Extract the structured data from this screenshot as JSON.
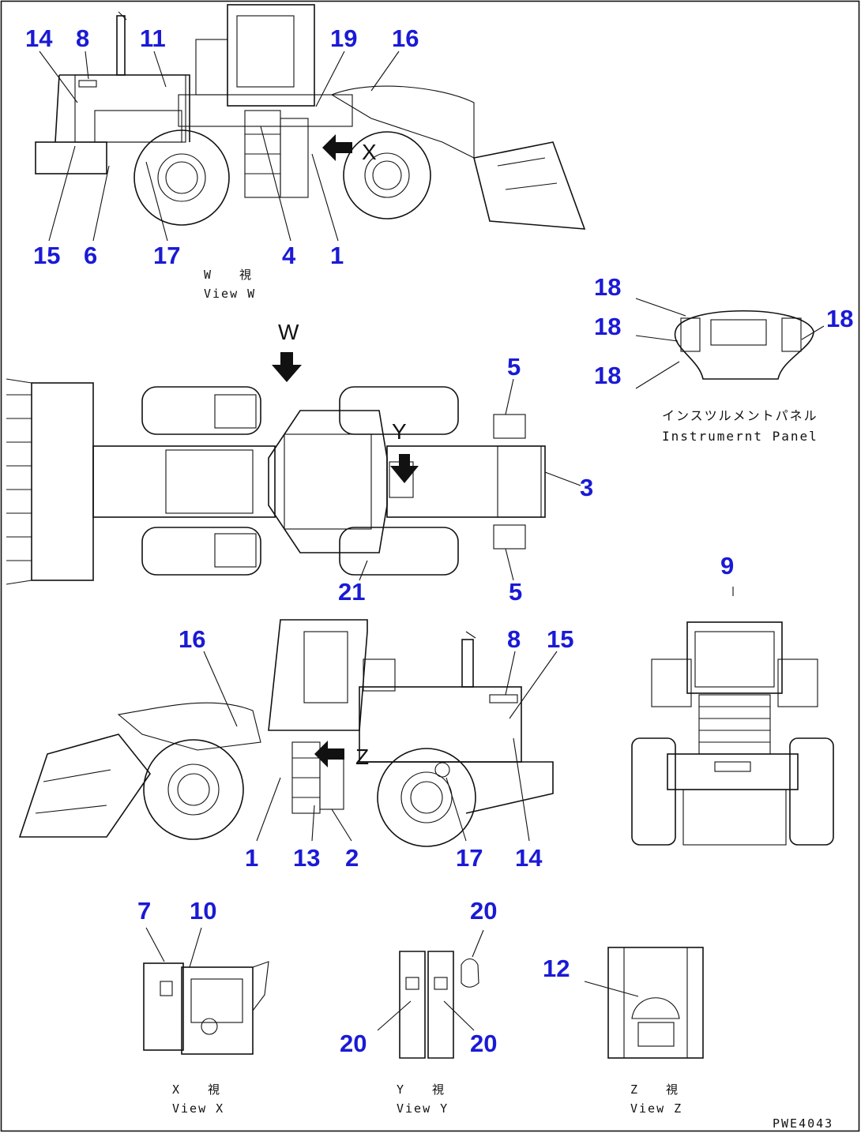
{
  "drawing_code": "PWE4043",
  "views": {
    "w": {
      "caption_jp": "W　　視",
      "caption_en": "View W"
    },
    "x": {
      "caption_jp": "X　　視",
      "caption_en": "View X"
    },
    "y": {
      "caption_jp": "Y　　視",
      "caption_en": "View Y"
    },
    "z": {
      "caption_jp": "Z　　視",
      "caption_en": "View Z"
    },
    "panel": {
      "caption_jp": "インスツルメントパネル",
      "caption_en": "Instrumernt Panel"
    }
  },
  "arrows": {
    "w": "W",
    "x": "X",
    "y": "Y",
    "z": "Z"
  },
  "callouts": {
    "view_w": [
      "14",
      "8",
      "11",
      "19",
      "16",
      "15",
      "6",
      "17",
      "4",
      "1"
    ],
    "top_view": [
      "5",
      "3",
      "5",
      "21"
    ],
    "panel": [
      "18",
      "18",
      "18",
      "18"
    ],
    "rear": [
      "9"
    ],
    "side_view": [
      "16",
      "8",
      "15",
      "1",
      "13",
      "2",
      "17",
      "14"
    ],
    "view_x": [
      "7",
      "10"
    ],
    "view_y": [
      "20",
      "20",
      "20"
    ],
    "view_z": [
      "12"
    ]
  }
}
